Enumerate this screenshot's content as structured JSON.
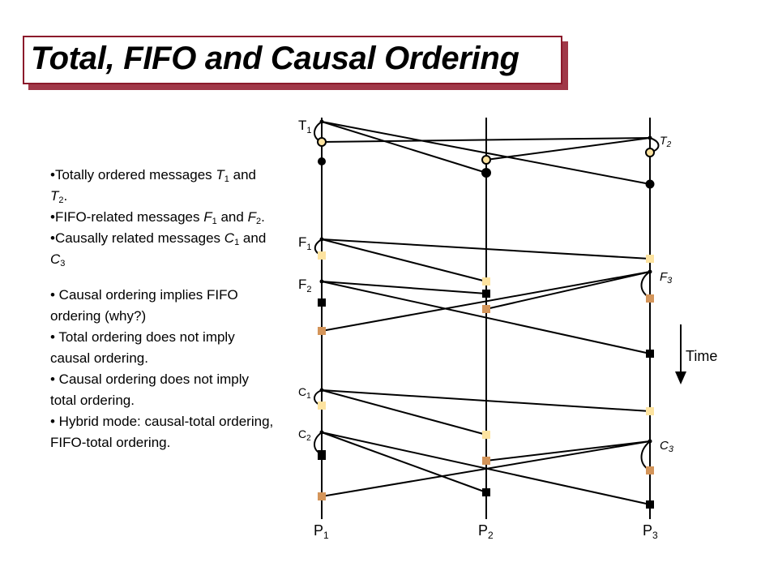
{
  "title": "Total, FIFO and Causal Ordering",
  "bullets_group1": [
    {
      "pre": "•Totally ordered messages ",
      "a": "T",
      "a_sub": "1",
      "mid": " and ",
      "b": "T",
      "b_sub": "2",
      "post": "."
    },
    {
      "pre": "•FIFO-related messages ",
      "a": "F",
      "a_sub": "1",
      "mid": " and ",
      "b": "F",
      "b_sub": "2",
      "post": "."
    },
    {
      "pre": "•Causally related messages ",
      "a": "C",
      "a_sub": "1",
      "mid": " and ",
      "b": "C",
      "b_sub": "3",
      "post": ""
    }
  ],
  "bullets_group2": [
    "• Causal ordering implies FIFO ordering (why?)",
    "• Total ordering does not imply causal ordering.",
    "• Causal ordering does not imply total ordering.",
    "• Hybrid mode: causal-total ordering, FIFO-total ordering."
  ],
  "diagram": {
    "process_labels": [
      {
        "main": "P",
        "sub": "1"
      },
      {
        "main": "P",
        "sub": "2"
      },
      {
        "main": "P",
        "sub": "3"
      }
    ],
    "message_labels": {
      "T1": {
        "main": "T",
        "sub": "1"
      },
      "T2": {
        "main": "T",
        "sub": "2"
      },
      "F1": {
        "main": "F",
        "sub": "1"
      },
      "F2": {
        "main": "F",
        "sub": "2"
      },
      "F3": {
        "main": "F",
        "sub": "3"
      },
      "C1": {
        "main": "C",
        "sub": "1"
      },
      "C2": {
        "main": "C",
        "sub": "2"
      },
      "C3": {
        "main": "C",
        "sub": "3"
      }
    },
    "time_label": "Time"
  },
  "colors": {
    "title_border": "#8b1a2b",
    "title_shadow": "#a03848",
    "marker_light": "#fde3a0",
    "marker_tan": "#d4955a",
    "marker_black": "#000000",
    "marker_yellow": "#fde3a0"
  }
}
